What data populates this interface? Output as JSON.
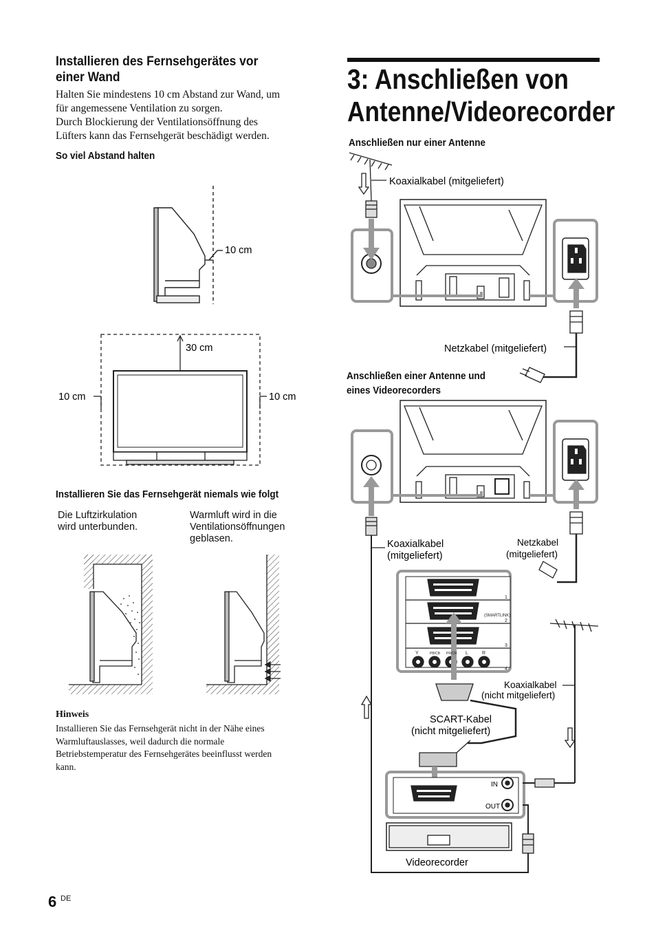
{
  "left": {
    "section_title": "Installieren des Fernsehgerätes vor einer Wand",
    "paragraph": [
      "Halten Sie mindestens 10 cm Abstand zur Wand, um",
      "für angemessene Ventilation zu sorgen.",
      "Durch Blockierung der Ventilationsöffnung des",
      "Lüfters kann das Fernsehgerät beschädigt werden."
    ],
    "subheading_distance": "So viel Abstand halten",
    "side_view_label": "10 cm",
    "front_top_label": "30 cm",
    "front_left_label": "10 cm",
    "front_right_label": "10 cm",
    "subheading_never": "Installieren Sie das Fernsehgerät niemals wie folgt",
    "warn1": [
      "Die Luftzirkulation",
      "wird unterbunden."
    ],
    "warn2": [
      "Warmluft wird in die",
      "Ventilationsöffnungen",
      "geblasen."
    ],
    "note_title": "Hinweis",
    "note_body": [
      "Installieren Sie das Fernsehgerät nicht in der Nähe eines",
      "Warmluftauslasses, weil dadurch die normale",
      "Betriebstemperatur des Fernsehgerätes beeinflusst werden",
      "kann."
    ]
  },
  "right": {
    "chapter_title": [
      "3: Anschließen von",
      "Antenne/Videorecorder"
    ],
    "sub_antenna_only": "Anschließen nur einer Antenne",
    "coax_supplied": "Koaxialkabel (mitgeliefert)",
    "power_supplied": "Netzkabel (mitgeliefert)",
    "sub_antenna_vcr": [
      "Anschließen einer Antenne und",
      "eines Videorecorders"
    ],
    "coax_supplied_2": [
      "Koaxialkabel",
      "(mitgeliefert)"
    ],
    "power_supplied_2": [
      "Netzkabel",
      "(mitgeliefert)"
    ],
    "coax_not_supplied": [
      "Koaxialkabel",
      "(nicht mitgeliefert)"
    ],
    "scart_not_supplied": [
      "SCART-Kabel",
      "(nicht mitgeliefert)"
    ],
    "vcr_label": "Videorecorder",
    "vcr_in": "IN",
    "vcr_out": "OUT",
    "panel_smartlink": "(SMARTLINK)",
    "panel_numbers": [
      "1",
      "2",
      "3",
      "4"
    ],
    "panel_bottom": [
      "Y",
      "PB/CB",
      "PR/CR",
      "L",
      "R"
    ]
  },
  "footer": {
    "page_number": "6",
    "lang": "DE"
  }
}
